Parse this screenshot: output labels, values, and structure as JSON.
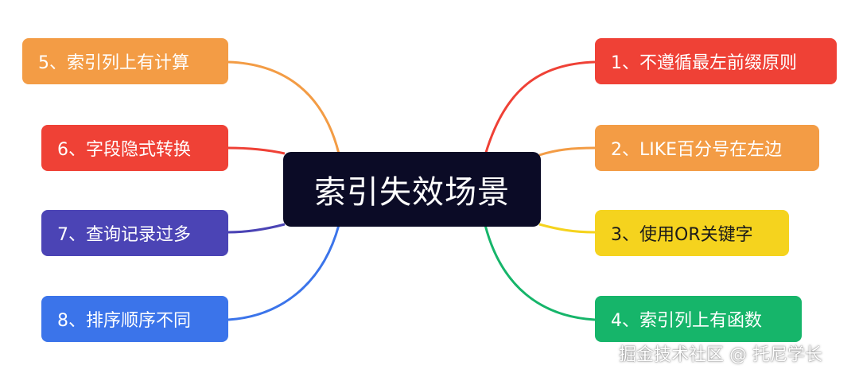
{
  "center": {
    "label": "索引失效场景",
    "color": "#0b0b26"
  },
  "right_branches": [
    {
      "label": "1、不遵循最左前缀原则",
      "color": "#ef4136"
    },
    {
      "label": "2、LIKE百分号在左边",
      "color": "#f39c45"
    },
    {
      "label": "3、使用OR关键字",
      "color": "#f5d31e"
    },
    {
      "label": "4、索引列上有函数",
      "color": "#16b56a"
    }
  ],
  "left_branches": [
    {
      "label": "5、索引列上有计算",
      "color": "#f39c45"
    },
    {
      "label": "6、字段隐式转换",
      "color": "#ef4136"
    },
    {
      "label": "7、查询记录过多",
      "color": "#4b44b5"
    },
    {
      "label": "8、排序顺序不同",
      "color": "#3b74ea"
    }
  ],
  "watermark": "掘金技术社区 @ 托尼学长"
}
